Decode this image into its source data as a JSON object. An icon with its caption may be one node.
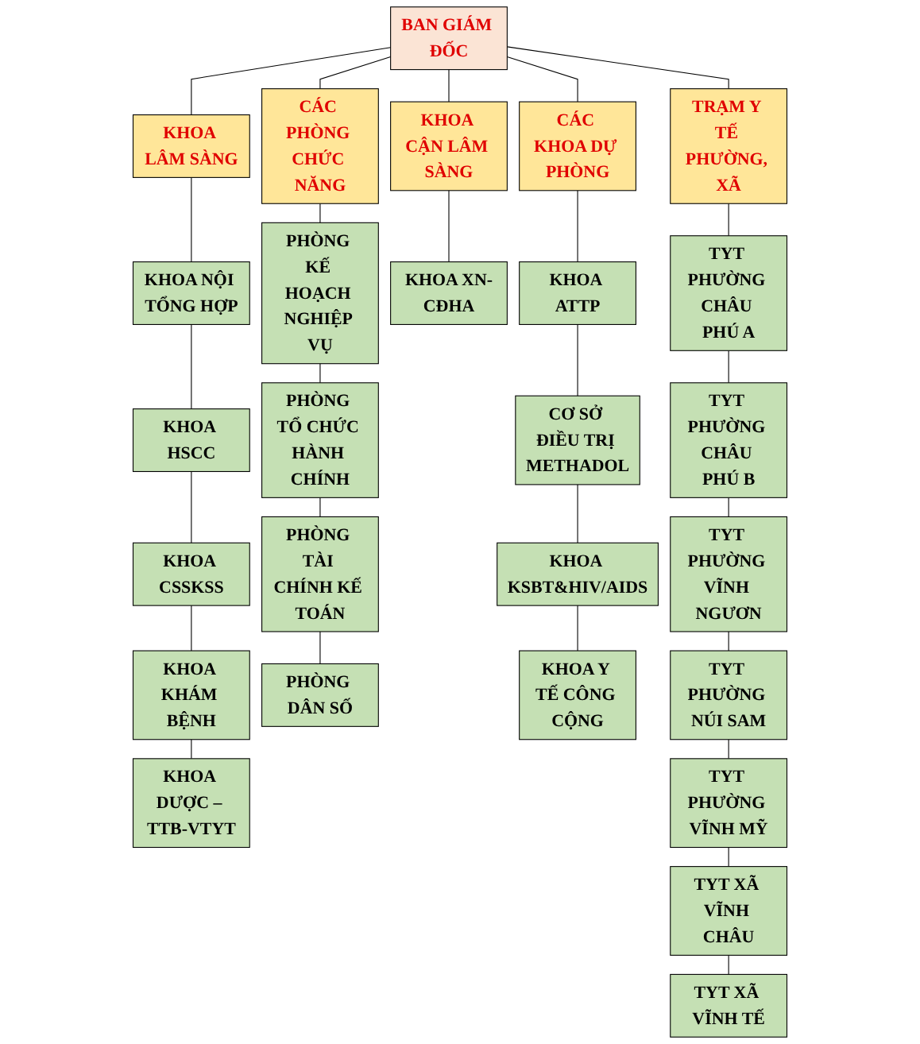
{
  "diagram": {
    "nodes": [
      {
        "text": [
          "BAN GIÁM ĐỐC"
        ]
      },
      {
        "text": [
          "KHOA LÂM SÀNG"
        ]
      },
      {
        "text": [
          "CÁC PHÒNG CHỨC NĂNG"
        ]
      },
      {
        "text": [
          "KHOA CẬN LÂM SÀNG"
        ]
      },
      {
        "text": [
          "CÁC KHOA DỰ PHÒNG"
        ]
      },
      {
        "text": [
          "TRẠM Y TẾ PHƯỜNG, XÃ"
        ]
      },
      {
        "text": [
          "KHOA NỘI TỔNG HỢP"
        ]
      },
      {
        "text": [
          "KHOA HSCC"
        ]
      },
      {
        "text": [
          "KHOA CSSKSS"
        ]
      },
      {
        "text": [
          "KHOA KHÁM BỆNH"
        ]
      },
      {
        "text": [
          "KHOA DƯỢC – TTB-VTYT"
        ]
      },
      {
        "text": [
          "PHÒNG KẾ HOẠCH NGHIỆP VỤ"
        ]
      },
      {
        "text": [
          "PHÒNG TỔ CHỨC HÀNH CHÍNH"
        ]
      },
      {
        "text": [
          "PHÒNG TÀI CHÍNH KẾ TOÁN"
        ]
      },
      {
        "text": [
          "PHÒNG DÂN SỐ"
        ]
      },
      {
        "text": [
          "KHOA XN-CĐHA"
        ]
      },
      {
        "text": [
          "KHOA ATTP"
        ]
      },
      {
        "text": [
          "CƠ SỞ ĐIỀU TRỊ METHADOL"
        ]
      },
      {
        "text": [
          "KHOA KSBT&HIV/AIDS"
        ]
      },
      {
        "text": [
          "KHOA Y TẾ CÔNG CỘNG"
        ]
      },
      {
        "text": [
          "TYT PHƯỜNG CHÂU PHÚ A"
        ]
      },
      {
        "text": [
          "TYT PHƯỜNG CHÂU PHÚ B"
        ]
      },
      {
        "text": [
          "TYT PHƯỜNG VĨNH NGƯƠN"
        ]
      },
      {
        "text": [
          "TYT PHƯỜNG NÚI SAM"
        ]
      },
      {
        "text": [
          "TYT PHƯỜNG VĨNH MỸ"
        ]
      },
      {
        "text": [
          "TYT XÃ VĨNH CHÂU"
        ]
      },
      {
        "text": [
          "TYT XÃ VĨNH TẾ"
        ]
      }
    ],
    "edges": [
      {
        "from": 0,
        "to": 1,
        "arrow": "none"
      },
      {
        "from": 0,
        "to": 2,
        "arrow": "none"
      },
      {
        "from": 0,
        "to": 3,
        "arrow": "none"
      },
      {
        "from": 0,
        "to": 4,
        "arrow": "none"
      },
      {
        "from": 0,
        "to": 5,
        "arrow": "none"
      },
      {
        "from": 1,
        "to": 6,
        "arrow": "none"
      },
      {
        "from": 6,
        "to": 7,
        "arrow": "none"
      },
      {
        "from": 7,
        "to": 8,
        "arrow": "none"
      },
      {
        "from": 8,
        "to": 9,
        "arrow": "none"
      },
      {
        "from": 9,
        "to": 10,
        "arrow": "none"
      },
      {
        "from": 2,
        "to": 11,
        "arrow": "none"
      },
      {
        "from": 11,
        "to": 12,
        "arrow": "none"
      },
      {
        "from": 12,
        "to": 13,
        "arrow": "none"
      },
      {
        "from": 13,
        "to": 14,
        "arrow": "none"
      },
      {
        "from": 3,
        "to": 15,
        "arrow": "none"
      },
      {
        "from": 4,
        "to": 16,
        "arrow": "none"
      },
      {
        "from": 16,
        "to": 17,
        "arrow": "none"
      },
      {
        "from": 17,
        "to": 18,
        "arrow": "none"
      },
      {
        "from": 18,
        "to": 19,
        "arrow": "none"
      },
      {
        "from": 5,
        "to": 20,
        "arrow": "none"
      },
      {
        "from": 20,
        "to": 21,
        "arrow": "none"
      },
      {
        "from": 21,
        "to": 22,
        "arrow": "none"
      },
      {
        "from": 22,
        "to": 23,
        "arrow": "none"
      },
      {
        "from": 23,
        "to": 24,
        "arrow": "none"
      },
      {
        "from": 24,
        "to": 25,
        "arrow": "none"
      },
      {
        "from": 25,
        "to": 26,
        "arrow": "none"
      }
    ]
  }
}
